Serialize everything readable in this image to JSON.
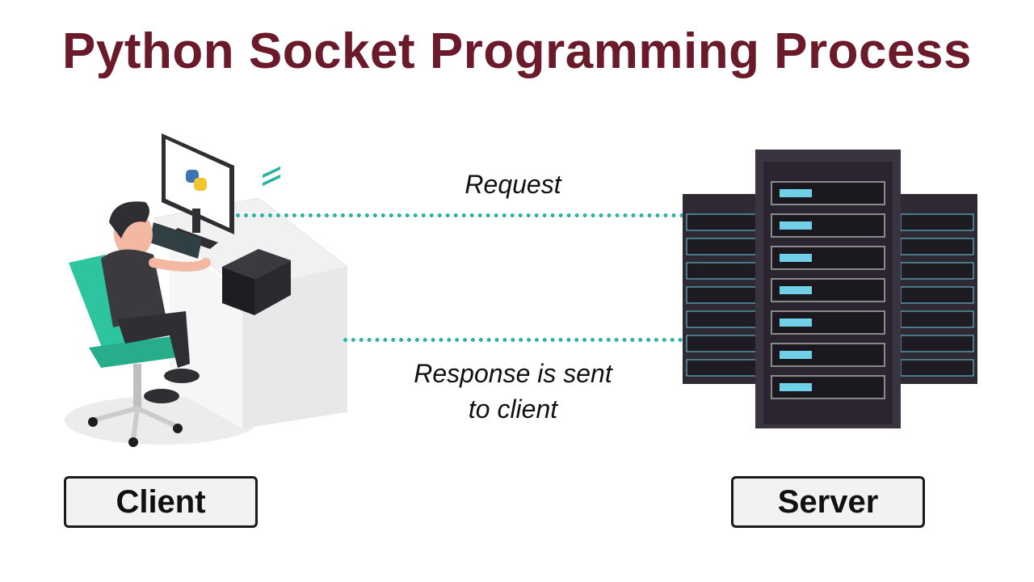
{
  "title": "Python Socket Programming Process",
  "arrows": {
    "request": "Request",
    "response_line1": "Response is sent",
    "response_line2": "to client"
  },
  "labels": {
    "client": "Client",
    "server": "Server"
  },
  "colors": {
    "title": "#6b1a2a",
    "connector": "#2bb3a3",
    "chair": "#2ec4a0",
    "server_body": "#2e2933",
    "server_led": "#6fd0e8"
  },
  "icons": {
    "client_illustration": "person-at-computer-icon",
    "monitor_logo": "python-logo-icon",
    "server_illustration": "server-rack-icon"
  }
}
